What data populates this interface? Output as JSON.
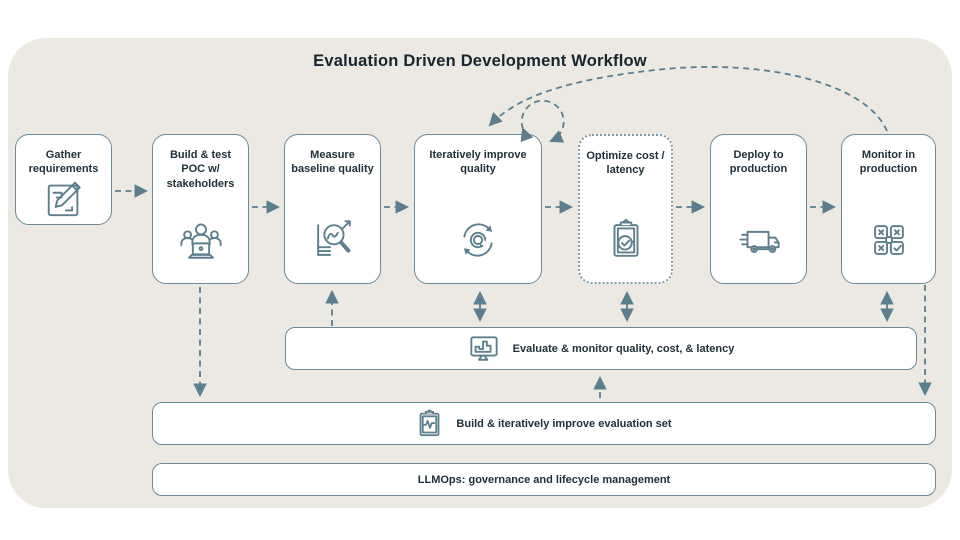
{
  "title": "Evaluation Driven Development Workflow",
  "steps": [
    {
      "label": "Gather requirements",
      "icon": "note-pencil-icon"
    },
    {
      "label": "Build & test POC w/ stakeholders",
      "icon": "people-laptop-icon"
    },
    {
      "label": "Measure baseline quality",
      "icon": "chart-magnifier-icon"
    },
    {
      "label": "Iteratively improve quality",
      "icon": "iterate-cycle-icon"
    },
    {
      "label": "Optimize cost / latency",
      "icon": "clipboard-check-icon"
    },
    {
      "label": "Deploy to production",
      "icon": "delivery-truck-icon"
    },
    {
      "label": "Monitor in production",
      "icon": "grid-check-icon"
    }
  ],
  "bars": {
    "evaluate": {
      "label": "Evaluate & monitor quality, cost, & latency",
      "icon": "dashboard-monitor-icon"
    },
    "evaluation_set": {
      "label": "Build & iteratively improve evaluation set",
      "icon": "clipboard-pulse-icon"
    },
    "llmops": {
      "label": "LLMOps: governance and lifecycle management"
    }
  },
  "colors": {
    "canvas_bg": "#ECE9E2",
    "box_border": "#6C8B9A",
    "arrow": "#5B7E8F",
    "text": "#20313A"
  }
}
